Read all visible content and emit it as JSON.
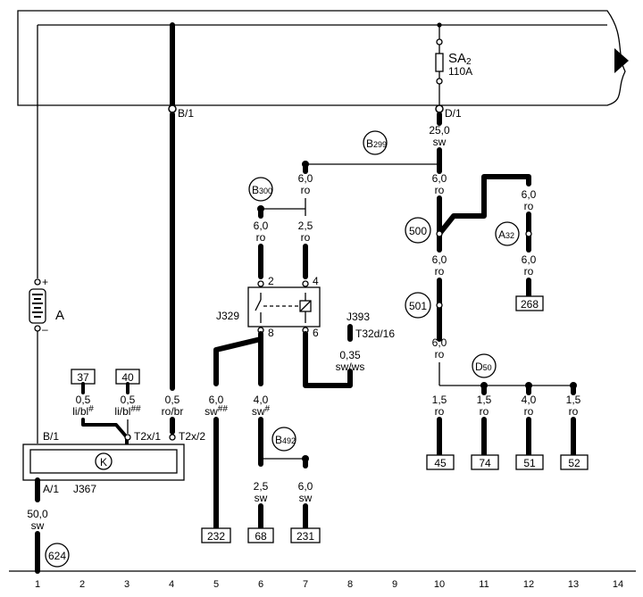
{
  "fuse": {
    "name": "SA2",
    "name_main": "SA",
    "name_sub": "2",
    "rating": "110A"
  },
  "battery": {
    "label": "A",
    "plus": "+",
    "minus": "–"
  },
  "pins": {
    "b1_top": "B/1",
    "d1_top": "D/1",
    "b1_j367": "B/1",
    "a1_j367": "A/1",
    "t2x1": "T2x/1",
    "t2x2": "T2x/2",
    "j393_conn": "T32d/16"
  },
  "components": {
    "j329": "J329",
    "j393": "J393",
    "j367_main": "J367",
    "j367_k": "K"
  },
  "junctions": {
    "b299": {
      "main": "B",
      "sub": "299"
    },
    "b300": {
      "main": "B",
      "sub": "300"
    },
    "b492": {
      "main": "B",
      "sub": "492"
    },
    "a32": {
      "main": "A",
      "sub": "32"
    },
    "d50": {
      "main": "D",
      "sub": "50"
    },
    "n500": "500",
    "n501": "501",
    "n624": "624"
  },
  "relay_pins": {
    "p2": "2",
    "p4": "4",
    "p8": "8",
    "p6": "6"
  },
  "wires": {
    "w_25": {
      "size": "25,0",
      "color": "sw"
    },
    "w_col7_top": {
      "size": "6,0",
      "color": "ro"
    },
    "w_col10_a": {
      "size": "6,0",
      "color": "ro"
    },
    "w_col12_a": {
      "size": "6,0",
      "color": "ro"
    },
    "w_col6_top": {
      "size": "6,0",
      "color": "ro"
    },
    "w_col7_mid": {
      "size": "2,5",
      "color": "ro"
    },
    "w_col10_b": {
      "size": "6,0",
      "color": "ro"
    },
    "w_col12_b": {
      "size": "6,0",
      "color": "ro"
    },
    "w_col10_c": {
      "size": "6,0",
      "color": "ro"
    },
    "w_035": {
      "size": "0,35",
      "color": "sw/ws"
    },
    "w_col3": {
      "size": "0,5",
      "color": "li/bl",
      "mark": "#"
    },
    "w_col4a": {
      "size": "0,5",
      "color": "li/bl",
      "mark": "##"
    },
    "w_col4b": {
      "size": "0,5",
      "color": "ro/br"
    },
    "w_col5": {
      "size": "6,0",
      "color": "sw",
      "mark": "##"
    },
    "w_col6_low": {
      "size": "4,0",
      "color": "sw",
      "mark": "#"
    },
    "w_col10_d": {
      "size": "1,5",
      "color": "ro"
    },
    "w_col11": {
      "size": "1,5",
      "color": "ro"
    },
    "w_col12_c": {
      "size": "4,0",
      "color": "ro"
    },
    "w_col13": {
      "size": "1,5",
      "color": "ro"
    },
    "w_col6_b": {
      "size": "2,5",
      "color": "sw"
    },
    "w_col7_b": {
      "size": "6,0",
      "color": "sw"
    },
    "w_50": {
      "size": "50,0",
      "color": "sw"
    }
  },
  "refs": {
    "r268": "268",
    "r37": "37",
    "r40": "40",
    "r45": "45",
    "r74": "74",
    "r51": "51",
    "r52": "52",
    "r232": "232",
    "r68": "68",
    "r231": "231"
  },
  "axis": [
    "1",
    "2",
    "3",
    "4",
    "5",
    "6",
    "7",
    "8",
    "9",
    "10",
    "11",
    "12",
    "13",
    "14"
  ]
}
